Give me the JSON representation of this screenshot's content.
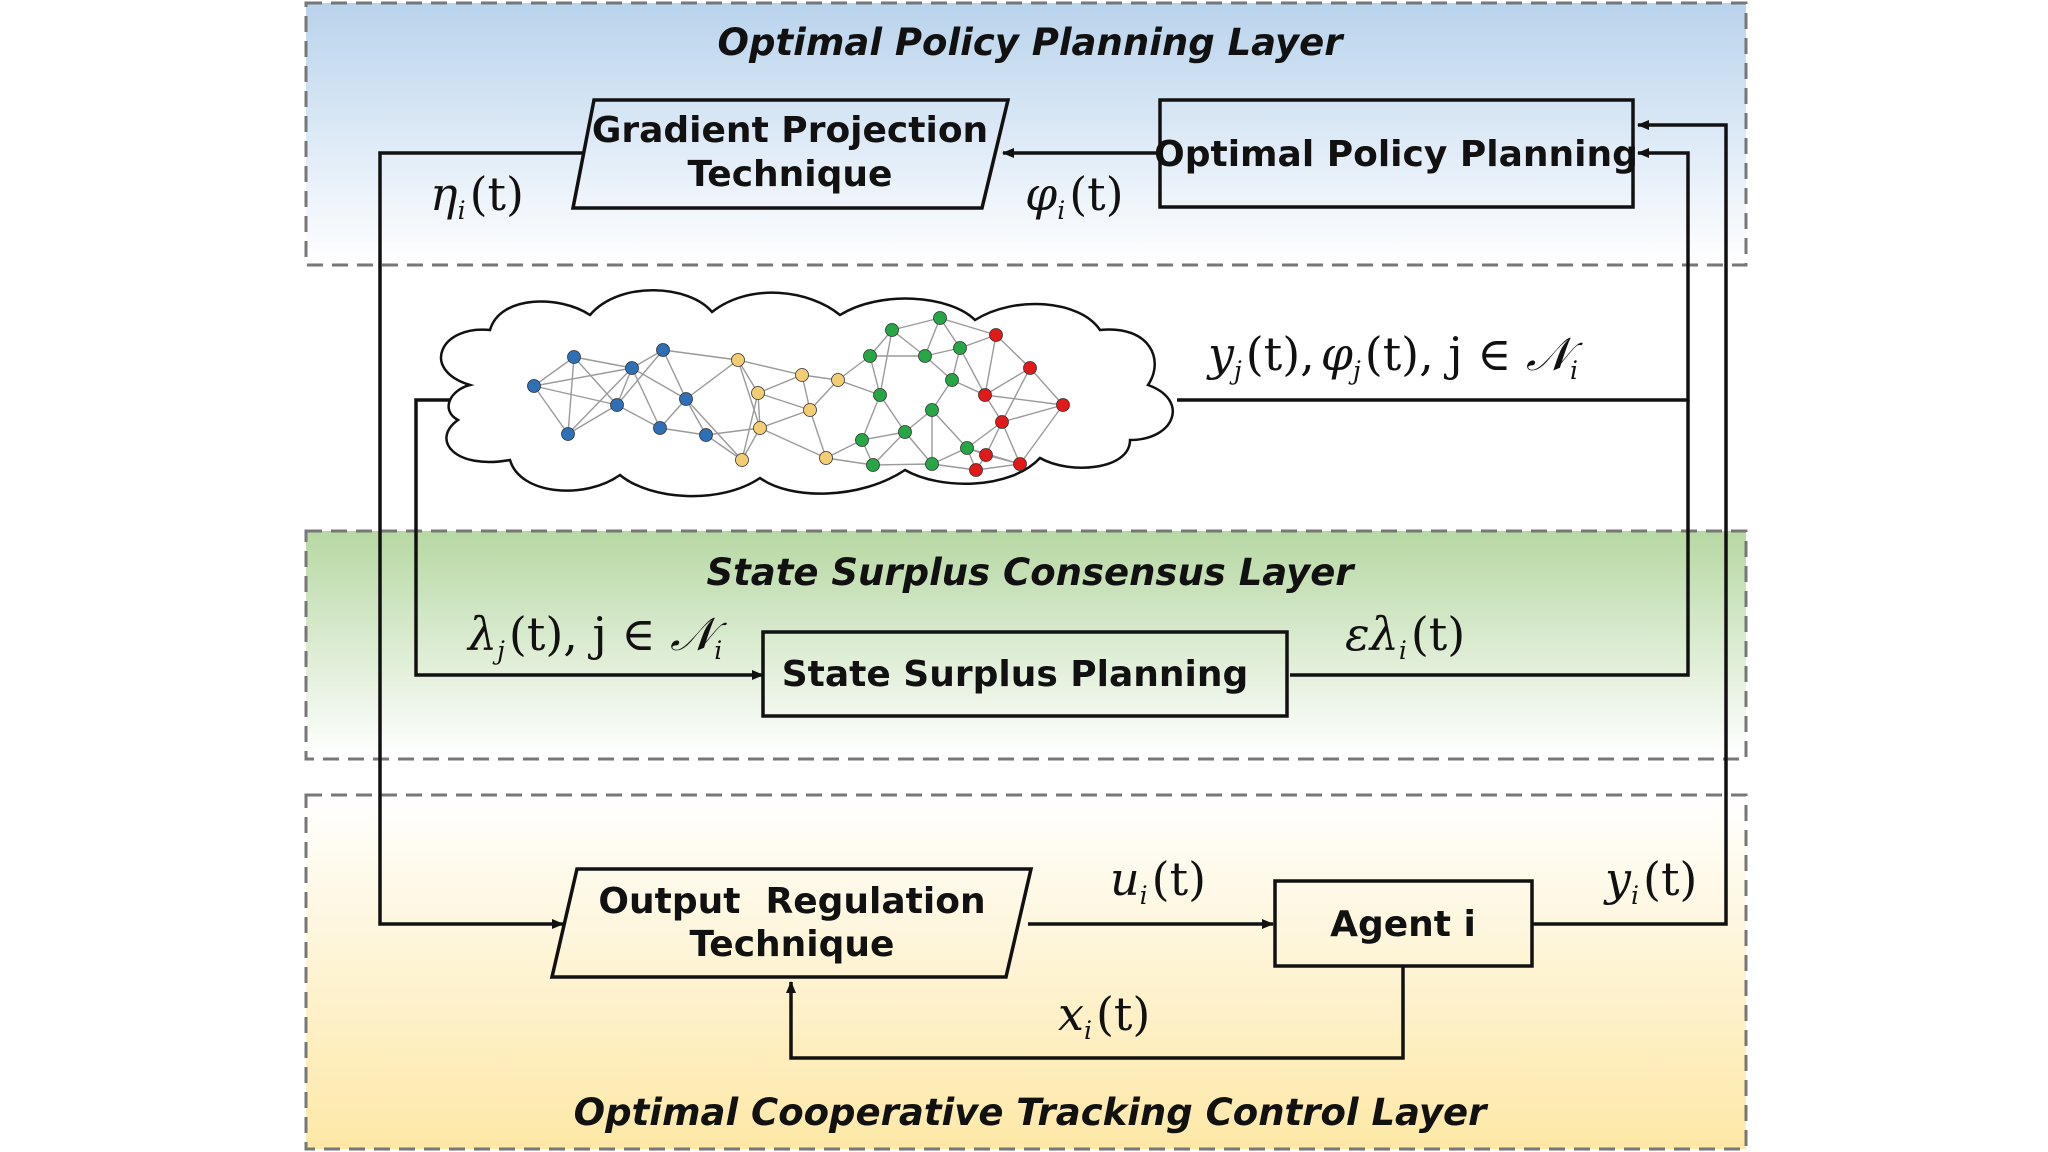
{
  "layers": {
    "policy": "Optimal Policy Planning Layer",
    "consensus": "State Surplus Consensus Layer",
    "tracking": "Optimal Cooperative Tracking Control Layer"
  },
  "blocks": {
    "gradient_line1": "Gradient Projection",
    "gradient_line2": "Technique",
    "policy_planning": "Optimal Policy Planning",
    "state_surplus": "State Surplus Planning",
    "output_line1": "Output  Regulation",
    "output_line2": "Technique",
    "agent": "Agent i"
  },
  "signals": {
    "eta": {
      "sym": "η",
      "sub": "i",
      "arg": "(t)"
    },
    "phi": {
      "sym": "φ",
      "sub": "i",
      "arg": "(t)"
    },
    "network": {
      "s1": "y",
      "sub1": "j",
      "a1": "(t),",
      "s2": "φ",
      "sub2": "j",
      "a2": "(t), j ∈ ",
      "set": "𝒩",
      "sub3": "i"
    },
    "lambda": {
      "sym": "λ",
      "sub": "j",
      "arg": "(t), j ∈ ",
      "set": "𝒩",
      "sub2": "i"
    },
    "eps_lambda": {
      "pre": "ε",
      "sym": "λ",
      "sub": "i",
      "arg": "(t)"
    },
    "u": {
      "sym": "u",
      "sub": "i",
      "arg": "(t)"
    },
    "y": {
      "sym": "y",
      "sub": "i",
      "arg": "(t)"
    },
    "x": {
      "sym": "x",
      "sub": "i",
      "arg": "(t)"
    }
  },
  "colors": {
    "policy_band_top": "#b9d3ec",
    "consensus_band_top": "#b7d8a3",
    "tracking_band_bottom": "#fde8a6",
    "node_blue": "#2f6fb5",
    "node_yellow": "#f3cd74",
    "node_green": "#27a645",
    "node_red": "#e01919"
  }
}
